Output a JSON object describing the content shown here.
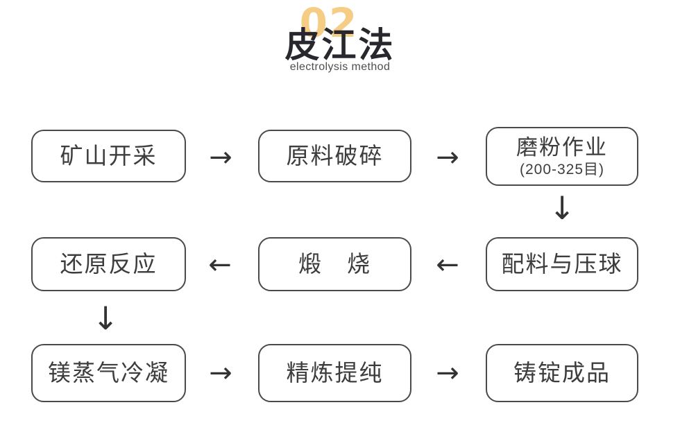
{
  "header": {
    "number": "02",
    "title": "皮江法",
    "subtitle": "electrolysis method"
  },
  "colors": {
    "accent": "#F6CD85",
    "title_text": "#27272D",
    "box_border": "#4A4A4A",
    "box_text": "#3D3D3D",
    "arrow": "#333333",
    "background": "#FFFFFF"
  },
  "boxes": [
    {
      "label": "矿山开采"
    },
    {
      "label": "原料破碎"
    },
    {
      "label": "磨粉作业",
      "sublabel": "(200-325目)"
    },
    {
      "label": "还原反应"
    },
    {
      "label": "煅　烧"
    },
    {
      "label": "配料与压球"
    },
    {
      "label": "镁蒸气冷凝"
    },
    {
      "label": "精炼提纯"
    },
    {
      "label": "铸锭成品"
    }
  ],
  "icons": {
    "arrow_right": "→",
    "arrow_left": "←",
    "arrow_down": "↓"
  }
}
